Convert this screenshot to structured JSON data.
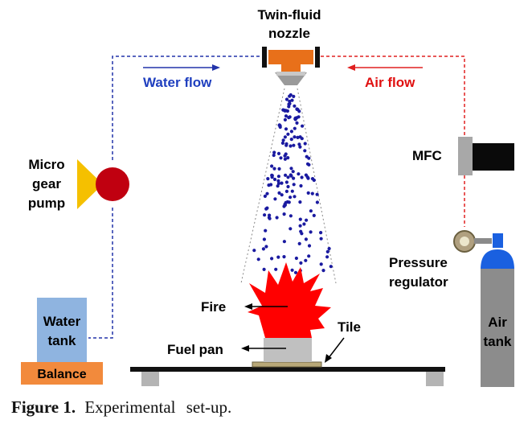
{
  "labels": {
    "nozzle_line1": "Twin-fluid",
    "nozzle_line2": "nozzle",
    "water_flow": "Water flow",
    "air_flow": "Air flow",
    "pump_line1": "Micro",
    "pump_line2": "gear",
    "pump_line3": "pump",
    "mfc": "MFC",
    "regulator_line1": "Pressure",
    "regulator_line2": "regulator",
    "fire": "Fire",
    "tile": "Tile",
    "fuel_pan": "Fuel pan",
    "water_tank_line1": "Water",
    "water_tank_line2": "tank",
    "balance": "Balance",
    "air_tank_line1": "Air",
    "air_tank_line2": "tank"
  },
  "caption": {
    "figure": "Figure 1.",
    "text": "Experimental set-up."
  },
  "colors": {
    "water_line": "#2233aa",
    "air_line": "#e02020",
    "nozzle": "#e8701a",
    "pump_triangle": "#f5c000",
    "pump_circle": "#c00010",
    "spray_dots": "#1a1aa0",
    "fire": "#ff0000",
    "water_tank": "#8fb4e0",
    "balance": "#f28a3c",
    "air_tank": "#8c8c8c",
    "air_tank_valve": "#1a60e0",
    "regulator": "#b0a080",
    "tile": "#b8a878",
    "fuel_pan": "#c0c0c0"
  }
}
